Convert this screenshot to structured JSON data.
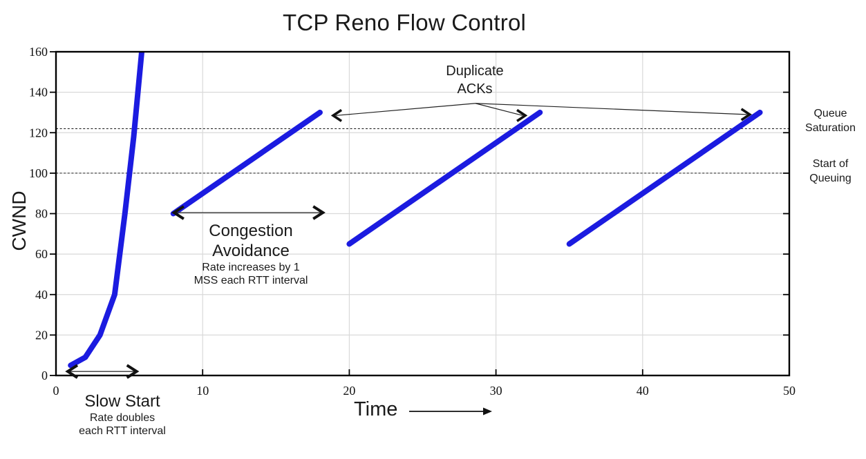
{
  "title": "TCP Reno Flow Control",
  "axes": {
    "y_label": "CWND",
    "x_label": "Time"
  },
  "chart_data": {
    "type": "line",
    "title": "TCP Reno Flow Control",
    "xlabel": "Time",
    "ylabel": "CWND",
    "xlim": [
      0,
      50
    ],
    "ylim": [
      0,
      160
    ],
    "x_ticks": [
      0,
      10,
      20,
      30,
      40,
      50
    ],
    "y_ticks": [
      0,
      20,
      40,
      60,
      80,
      100,
      120,
      140,
      160
    ],
    "grid": true,
    "line_color": "#1b1be0",
    "series": [
      {
        "name": "slow-start",
        "phase": "Slow Start",
        "points": [
          [
            1,
            5
          ],
          [
            2,
            9
          ],
          [
            3,
            20
          ],
          [
            4,
            40
          ],
          [
            4.7,
            80
          ],
          [
            5.3,
            118
          ],
          [
            5.95,
            168
          ]
        ]
      },
      {
        "name": "congestion-avoidance-1",
        "phase": "Congestion Avoidance",
        "points": [
          [
            8,
            80
          ],
          [
            18,
            130
          ]
        ]
      },
      {
        "name": "congestion-avoidance-2",
        "phase": "Congestion Avoidance",
        "points": [
          [
            20,
            65
          ],
          [
            33,
            130
          ]
        ]
      },
      {
        "name": "congestion-avoidance-3",
        "phase": "Congestion Avoidance",
        "points": [
          [
            35,
            65
          ],
          [
            48,
            130
          ]
        ]
      }
    ],
    "reference_lines": [
      {
        "y": 122,
        "label": [
          "Queue",
          "Saturation"
        ]
      },
      {
        "y": 100,
        "label": [
          "Start of",
          "Queuing"
        ]
      }
    ],
    "annotation_arrows": {
      "duplicate_acks": {
        "vertex": [
          28.6,
          134.5
        ],
        "targets": [
          [
            18.9,
            128.5
          ],
          [
            32,
            128.5
          ],
          [
            47.3,
            129
          ]
        ]
      },
      "slow_start_span": {
        "from": 0.8,
        "to": 5.5,
        "at": 2
      },
      "congestion_avoidance_span": {
        "from": 8.05,
        "to": 18.2,
        "at": 80.5
      }
    }
  },
  "annotations": {
    "duplicate_acks": [
      "Duplicate",
      "ACKs"
    ],
    "slow_start": {
      "heading": "Slow Start",
      "sub": [
        "Rate doubles",
        "each RTT interval"
      ]
    },
    "congestion_avoidance": {
      "heading": [
        "Congestion",
        "Avoidance"
      ],
      "sub": [
        "Rate increases by 1",
        "MSS each RTT interval"
      ]
    },
    "queue_saturation": [
      "Queue",
      "Saturation"
    ],
    "start_of_queuing": [
      "Start of",
      "Queuing"
    ]
  },
  "colors": {
    "line_blue": "#1b1be0",
    "grid": "#d9d9d9",
    "axis": "#000000",
    "text": "#1a1a1a"
  }
}
